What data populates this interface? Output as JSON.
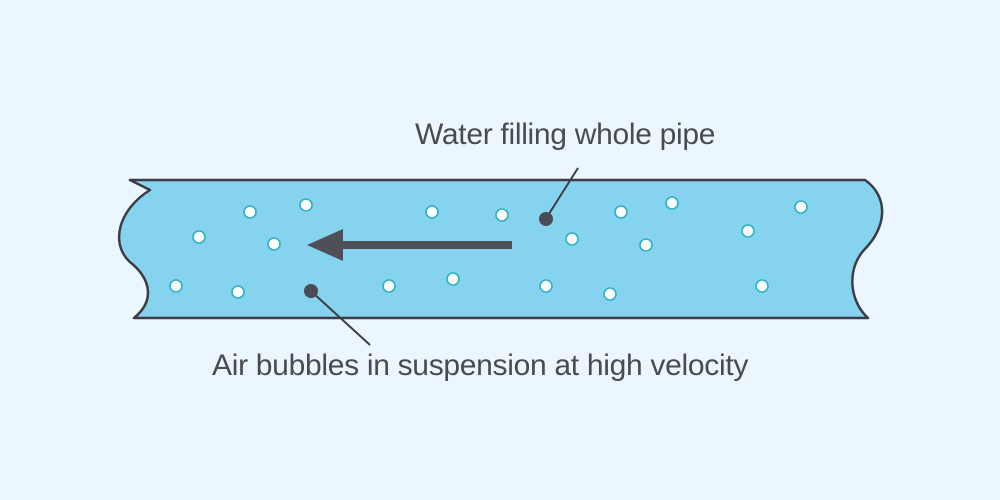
{
  "colors": {
    "background": "#ecf6fe",
    "pipe_fill": "#86d3ef",
    "pipe_outline": "#3b3c46",
    "bubble_fill": "#ffffff",
    "bubble_stroke": "#29b2c0",
    "arrow": "#4f5057",
    "label_text": "#4a4a52"
  },
  "labels": {
    "water": "Water filling whole pipe",
    "air": "Air bubbles in suspension at high velocity"
  },
  "flow_direction": "left"
}
